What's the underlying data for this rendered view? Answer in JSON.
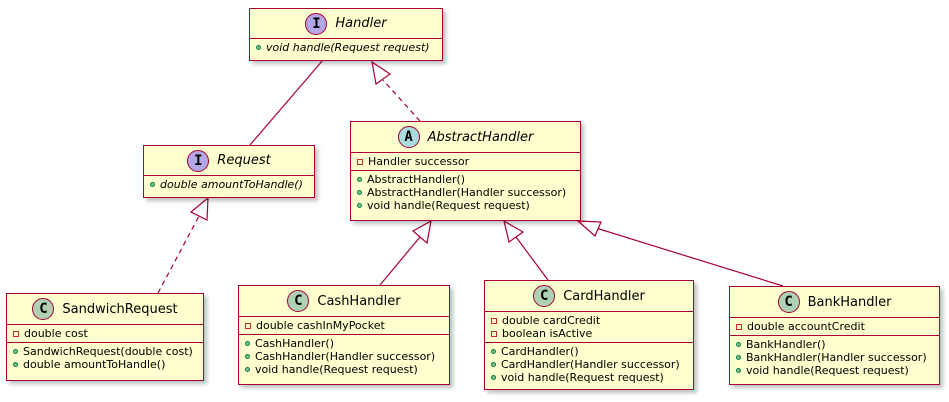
{
  "colors": {
    "box_fill": "#fefece",
    "border": "#a80036",
    "interface_badge": "#b4a7e5",
    "abstract_badge": "#a9dcdf",
    "class_badge": "#add1b2"
  },
  "handler": {
    "badge": "I",
    "name": "Handler",
    "methods": [
      "void handle(Request request)"
    ]
  },
  "request": {
    "badge": "I",
    "name": "Request",
    "methods": [
      "double amountToHandle()"
    ]
  },
  "abstract_handler": {
    "badge": "A",
    "name": "AbstractHandler",
    "fields": [
      "Handler successor"
    ],
    "methods": [
      "AbstractHandler()",
      "AbstractHandler(Handler successor)",
      "void handle(Request request)"
    ]
  },
  "sandwich_request": {
    "badge": "C",
    "name": "SandwichRequest",
    "fields": [
      "double cost"
    ],
    "methods": [
      "SandwichRequest(double cost)",
      "double amountToHandle()"
    ]
  },
  "cash_handler": {
    "badge": "C",
    "name": "CashHandler",
    "fields": [
      "double cashInMyPocket"
    ],
    "methods": [
      "CashHandler()",
      "CashHandler(Handler successor)",
      "void handle(Request request)"
    ]
  },
  "card_handler": {
    "badge": "C",
    "name": "CardHandler",
    "fields": [
      "double cardCredit",
      "boolean isActive"
    ],
    "methods": [
      "CardHandler()",
      "CardHandler(Handler successor)",
      "void handle(Request request)"
    ]
  },
  "bank_handler": {
    "badge": "C",
    "name": "BankHandler",
    "fields": [
      "double accountCredit"
    ],
    "methods": [
      "BankHandler()",
      "BankHandler(Handler successor)",
      "void handle(Request request)"
    ]
  }
}
